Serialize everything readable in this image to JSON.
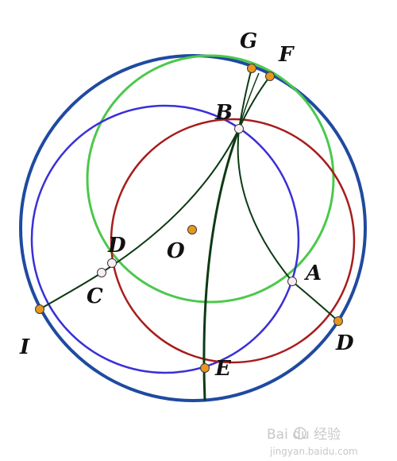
{
  "figure": {
    "labels": {
      "G": "G",
      "F": "F",
      "B": "B",
      "D_left": "D",
      "O": "O",
      "A": "A",
      "C": "C",
      "I": "I",
      "D_right": "D",
      "E": "E"
    },
    "colors": {
      "outer_circle": "#1f4aa0",
      "green_circle": "#4cc84c",
      "blue_circle": "#3a2fd8",
      "red_circle": "#a81c1c",
      "arc": "#0d3a14",
      "orange_point": "#e8961e",
      "white_point": "#f6eef2",
      "point_stroke": "#3a3a3a"
    }
  },
  "watermark": {
    "text": "Bai du 经验",
    "url": "jingyan.baidu.com"
  }
}
